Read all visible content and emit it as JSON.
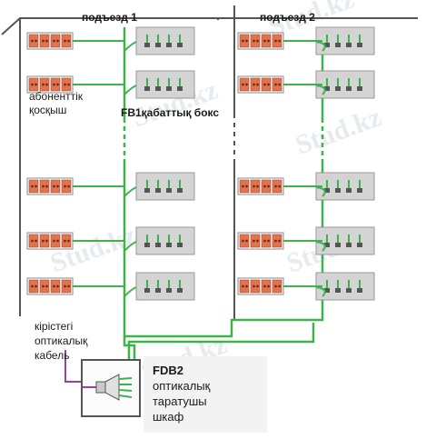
{
  "labels": {
    "entrance_1": "подъезд 1",
    "entrance_2": "подъезд 2",
    "subscriber_device_line1": "абоненттік",
    "subscriber_device_line2": "қосқыш",
    "floor_box": "FB1қабаттық бокс",
    "input_cable_line1": "кірістегі",
    "input_cable_line2": "оптикалық",
    "input_cable_line3": "кабель",
    "fdb_name": "FDB2",
    "fdb_line1": "оптикалық",
    "fdb_line2": "таратушы",
    "fdb_line3": "шкаф"
  },
  "watermark": "Stud.kz",
  "colors": {
    "fiber": "#3cb44b",
    "riser": "#555555",
    "socket_fill": "#e2734f",
    "box_fill": "#d4d4d4",
    "input_cable": "#9b3ea8"
  }
}
